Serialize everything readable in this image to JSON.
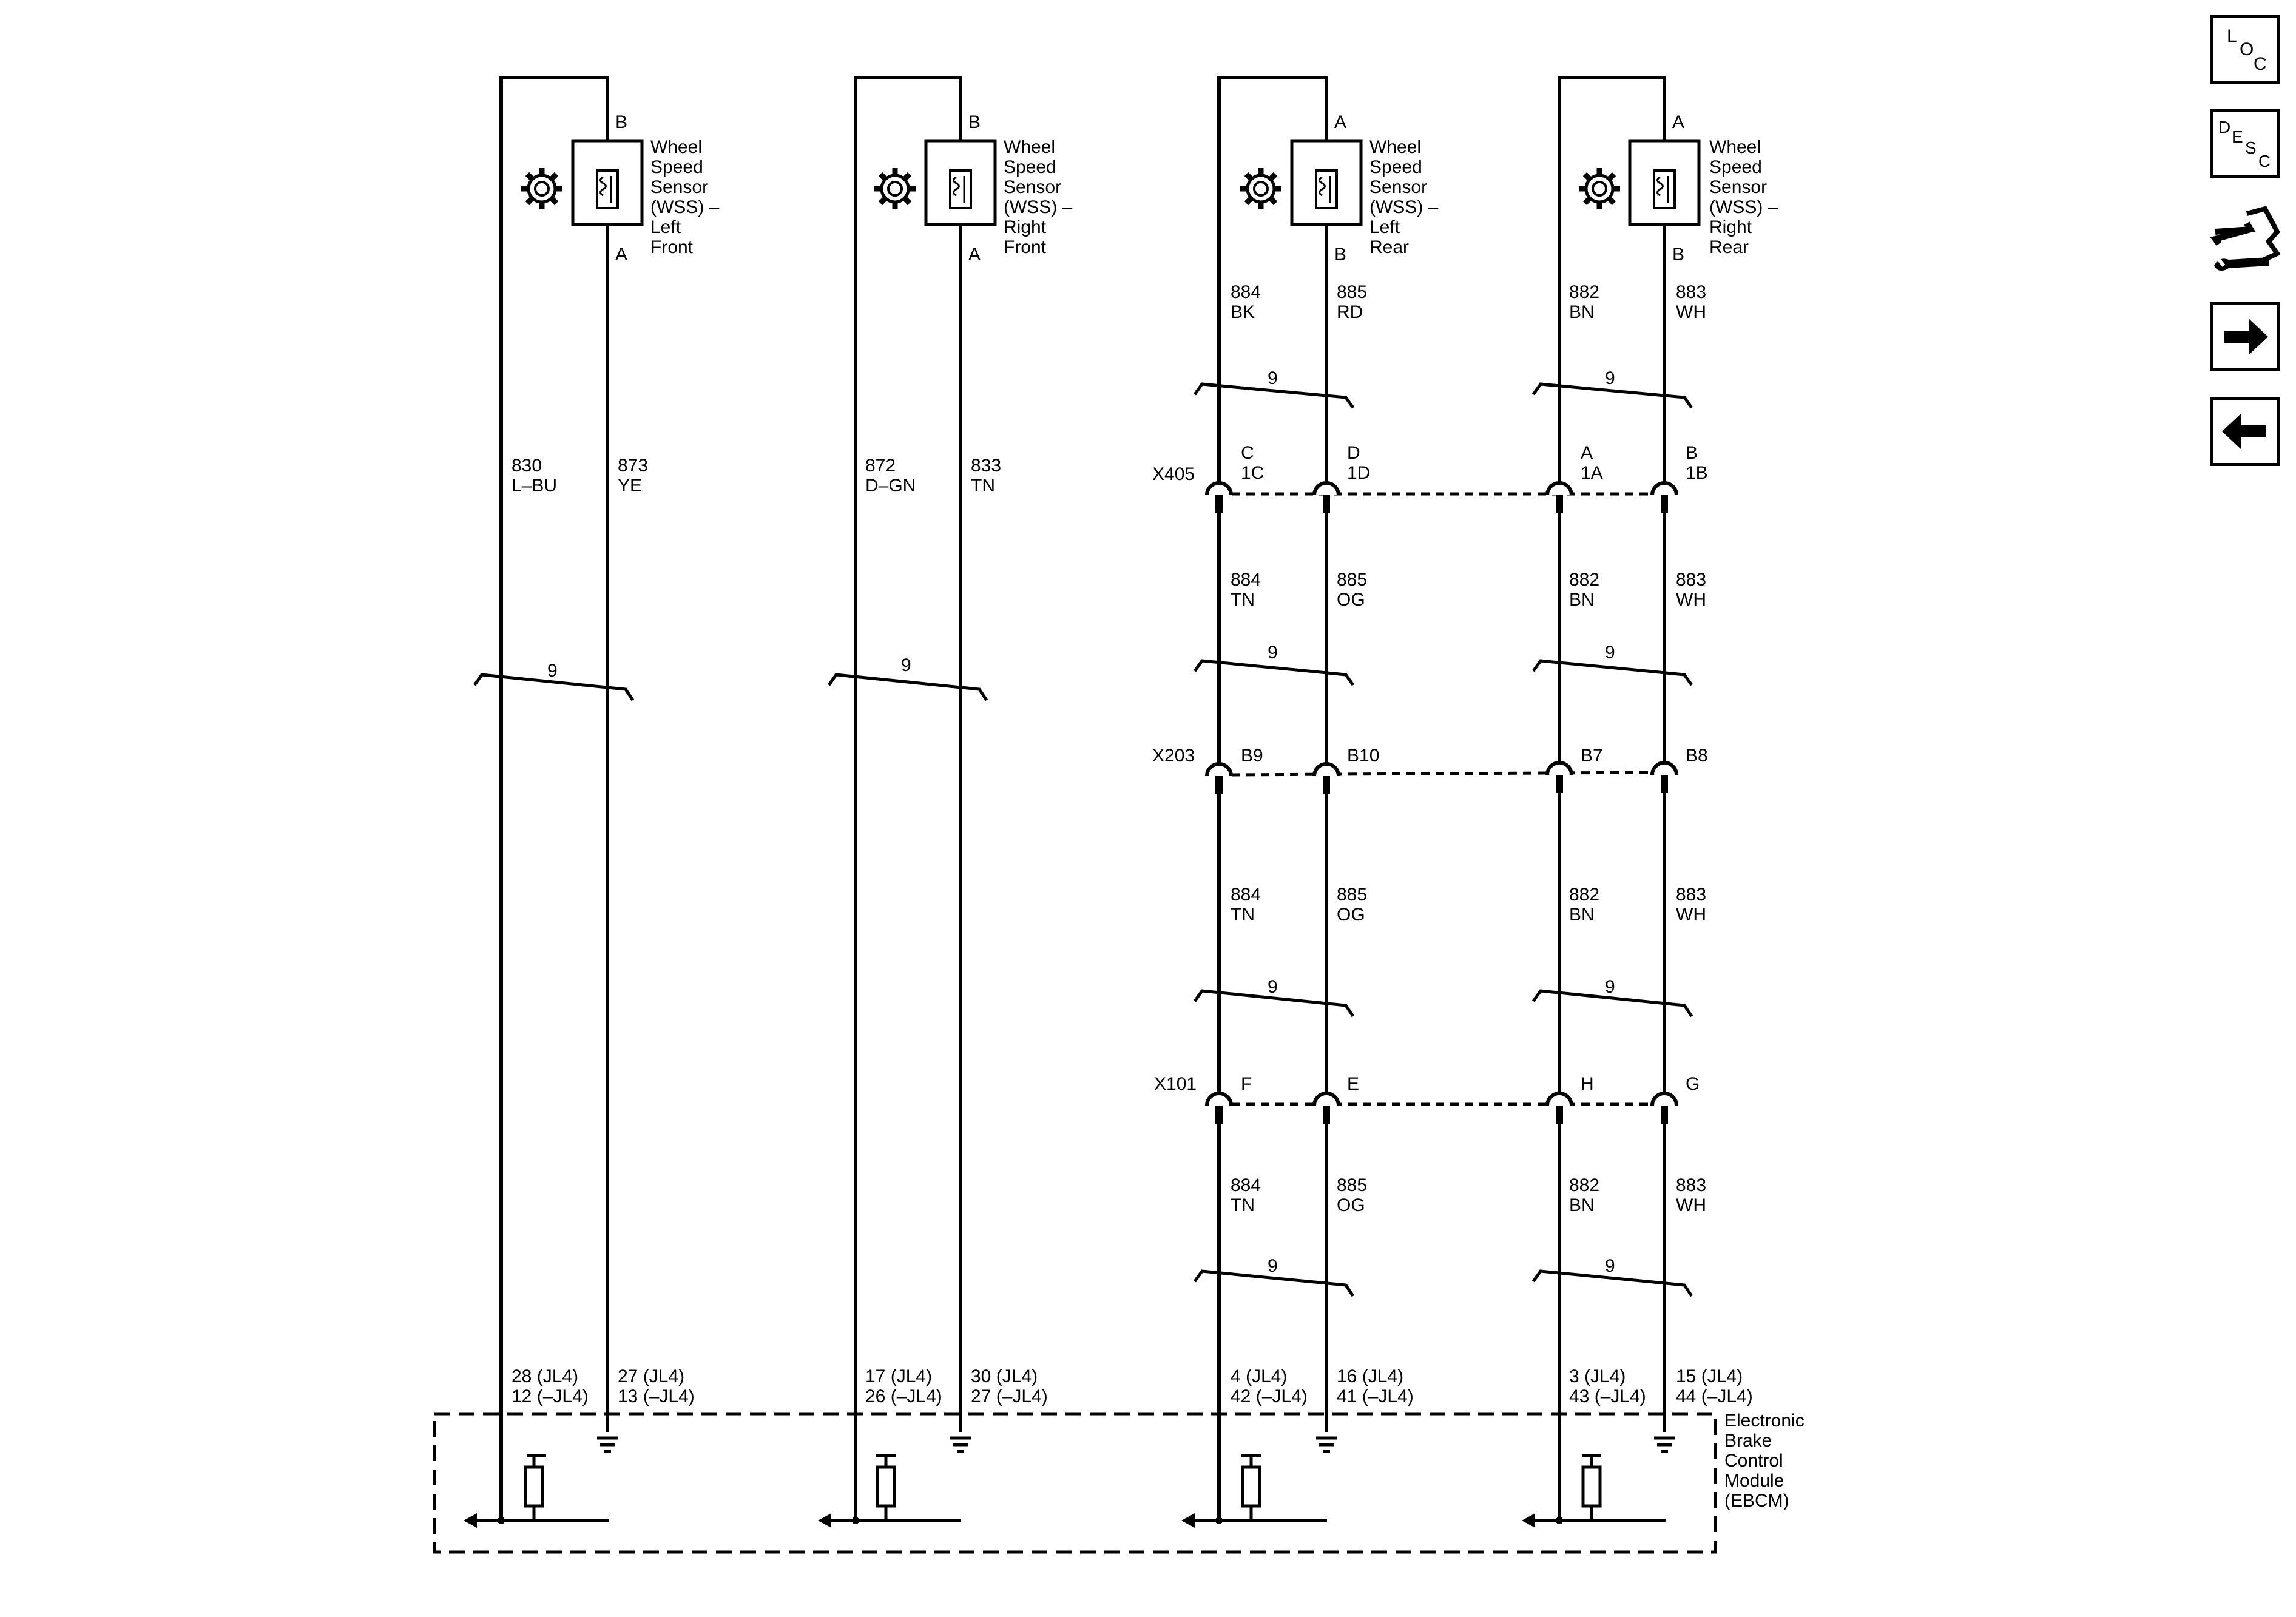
{
  "modules": {
    "ebcm": [
      "Electronic",
      "Brake",
      "Control",
      "Module",
      "(EBCM)"
    ]
  },
  "sensors": [
    {
      "label": [
        "Wheel",
        "Speed",
        "Sensor",
        "(WSS) –",
        "Left",
        "Front"
      ],
      "top_pin": "B",
      "bottom_pin": "A"
    },
    {
      "label": [
        "Wheel",
        "Speed",
        "Sensor",
        "(WSS) –",
        "Right",
        "Front"
      ],
      "top_pin": "B",
      "bottom_pin": "A"
    },
    {
      "label": [
        "Wheel",
        "Speed",
        "Sensor",
        "(WSS) –",
        "Left",
        "Rear"
      ],
      "top_pin": "A",
      "bottom_pin": "B"
    },
    {
      "label": [
        "Wheel",
        "Speed",
        "Sensor",
        "(WSS) –",
        "Right",
        "Rear"
      ],
      "top_pin": "A",
      "bottom_pin": "B"
    }
  ],
  "front_wires": [
    [
      "830",
      "L–BU"
    ],
    [
      "873",
      "YE"
    ],
    [
      "872",
      "D–GN"
    ],
    [
      "833",
      "TN"
    ]
  ],
  "rear_wires": {
    "sensor_side": [
      [
        "884",
        "BK"
      ],
      [
        "885",
        "RD"
      ],
      [
        "882",
        "BN"
      ],
      [
        "883",
        "WH"
      ]
    ],
    "after_x405": [
      [
        "884",
        "TN"
      ],
      [
        "885",
        "OG"
      ],
      [
        "882",
        "BN"
      ],
      [
        "883",
        "WH"
      ]
    ],
    "after_x203": [
      [
        "884",
        "TN"
      ],
      [
        "885",
        "OG"
      ],
      [
        "882",
        "BN"
      ],
      [
        "883",
        "WH"
      ]
    ],
    "after_x101": [
      [
        "884",
        "TN"
      ],
      [
        "885",
        "OG"
      ],
      [
        "882",
        "BN"
      ],
      [
        "883",
        "WH"
      ]
    ]
  },
  "twist_label": "9",
  "connectors": [
    {
      "name": "X405",
      "pins": [
        [
          "C",
          "1C"
        ],
        [
          "D",
          "1D"
        ],
        [
          "A",
          "1A"
        ],
        [
          "B",
          "1B"
        ]
      ]
    },
    {
      "name": "X203",
      "pins": [
        [
          "B9"
        ],
        [
          "B10"
        ],
        [
          "B7"
        ],
        [
          "B8"
        ]
      ]
    },
    {
      "name": "X101",
      "pins": [
        [
          "F"
        ],
        [
          "E"
        ],
        [
          "H"
        ],
        [
          "G"
        ]
      ]
    }
  ],
  "ebcm_pins": [
    [
      "28 (JL4)",
      "12 (–JL4)"
    ],
    [
      "27 (JL4)",
      "13 (–JL4)"
    ],
    [
      "17 (JL4)",
      "26 (–JL4)"
    ],
    [
      "30 (JL4)",
      "27 (–JL4)"
    ],
    [
      "4 (JL4)",
      "42 (–JL4)"
    ],
    [
      "16 (JL4)",
      "41 (–JL4)"
    ],
    [
      "3 (JL4)",
      "43 (–JL4)"
    ],
    [
      "15 (JL4)",
      "44 (–JL4)"
    ]
  ],
  "nav": {
    "loc": [
      "L",
      "O",
      "C"
    ],
    "desc": [
      "D",
      "E",
      "S",
      "C"
    ]
  }
}
